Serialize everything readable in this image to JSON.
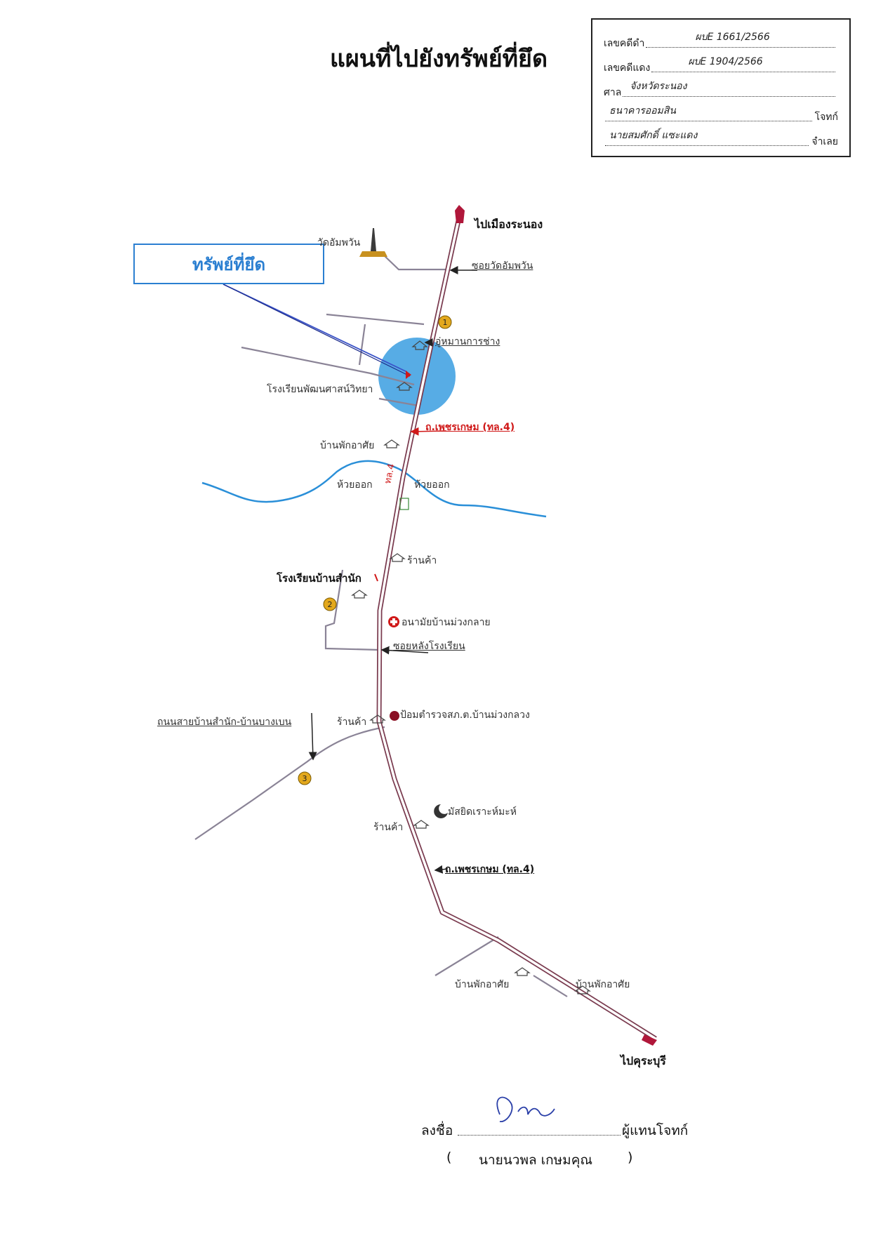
{
  "title": "แผนที่ไปยังทรัพย์ที่ยึด",
  "case_box": {
    "black_case_label": "เลขคดีดำ",
    "black_case_no": "ผบE 1661/2566",
    "red_case_label": "เลขคดีแดง",
    "red_case_no": "ผบE 1904/2566",
    "court_label": "ศาล",
    "court": "จังหวัดระนอง",
    "plaintiff": "ธนาคารออมสิน",
    "plaintiff_role": "โจทก์",
    "defendant": "นายสมศักดิ์ แซะแดง",
    "defendant_role": "จำเลย"
  },
  "property_label": "ทรัพย์ที่ยึด",
  "map": {
    "to_ranong": "ไปเมืองระนอง",
    "wat": "วัดอัมพวัน",
    "soi_wat": "ซอยวัดอัมพวัน",
    "village": "อู่หมานการช่าง",
    "school_1": "โรงเรียนพัฒนศาสน์วิทยา",
    "road_main": "ถ.เพชรเกษม (ทล.4)",
    "road_main_2": "ถ.เพชรเกษม (ทล.4)",
    "lodging_1": "บ้านพักอาศัย",
    "creek_1": "ห้วยออก",
    "creek_2": "ห้วยออก",
    "road_no": "ทล.4",
    "shop_1": "ร้านค้า",
    "school_2": "โรงเรียนบ้านสำนัก",
    "health": "อนามัยบ้านม่วงกลาย",
    "soi_school": "ซอยหลังโรงเรียน",
    "road_branch": "ถนนสายบ้านสำนัก-บ้านบางเบน",
    "shop_2": "ร้านค้า",
    "police": "ป้อมตำรวจสภ.ต.บ้านม่วงกลวง",
    "mosque": "มัสยิดเราะห์มะห์",
    "shop_3": "ร้านค้า",
    "lodging_2": "บ้านพักอาศัย",
    "lodging_3": "บ้านพักอาศัย",
    "to_kuraburi": "ไปคุระบุรี",
    "marker_1": "1",
    "marker_2": "2",
    "marker_3": "3"
  },
  "signature": {
    "sign_label": "ลงชื่อ",
    "role": "ผู้แทนโจทก์",
    "name_open": "(",
    "name": "นายนวพล  เกษมคุณ",
    "name_close": ")"
  },
  "colors": {
    "road": "#8a8396",
    "highway_edge": "#7a3b4f",
    "river": "#2a8fd8",
    "highlight": "#3a9de0",
    "accent_red": "#d01919",
    "box_blue": "#2b7fd1",
    "marker": "#e3a81c"
  }
}
